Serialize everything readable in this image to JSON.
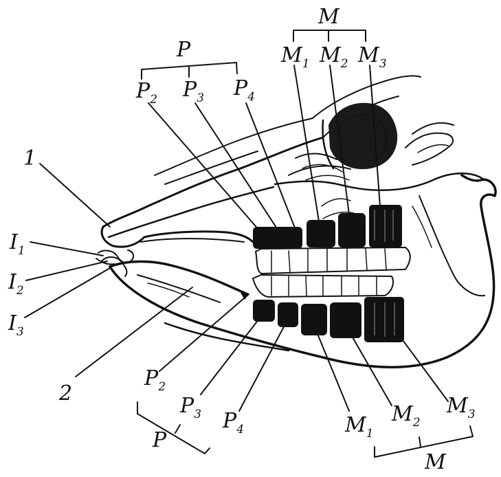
{
  "labels": {
    "upper_molars_group": "M",
    "upper_m1": {
      "base": "M",
      "sub": "1"
    },
    "upper_m2": {
      "base": "M",
      "sub": "2"
    },
    "upper_m3": {
      "base": "M",
      "sub": "3"
    },
    "upper_premolars_group": "P",
    "upper_p2": {
      "base": "P",
      "sub": "2"
    },
    "upper_p3": {
      "base": "P",
      "sub": "3"
    },
    "upper_p4": {
      "base": "P",
      "sub": "4"
    },
    "marker_1": "1",
    "marker_2": "2",
    "incisor_1": {
      "base": "I",
      "sub": "1"
    },
    "incisor_2": {
      "base": "I",
      "sub": "2"
    },
    "incisor_3": {
      "base": "I",
      "sub": "3"
    },
    "lower_p2": {
      "base": "P",
      "sub": "2"
    },
    "lower_p3": {
      "base": "P",
      "sub": "3"
    },
    "lower_p4": {
      "base": "P",
      "sub": "4"
    },
    "lower_premolars_group": "P",
    "lower_m1": {
      "base": "M",
      "sub": "1"
    },
    "lower_m2": {
      "base": "M",
      "sub": "2"
    },
    "lower_m3": {
      "base": "M",
      "sub": "3"
    },
    "lower_molars_group": "M"
  }
}
